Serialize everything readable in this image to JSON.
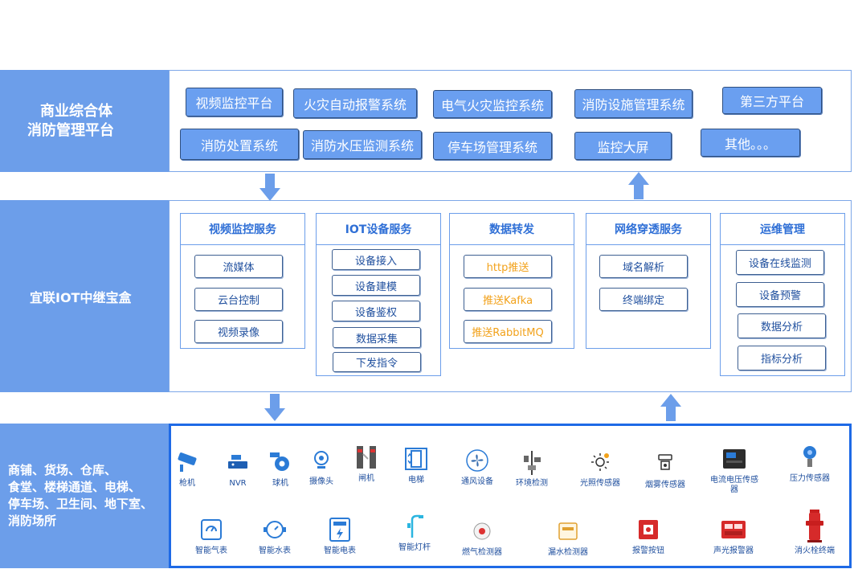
{
  "layer1": {
    "title_line1": "商业综合体",
    "title_line2": "消防管理平台",
    "buttons": [
      "视频监控平台",
      "火灾自动报警系统",
      "电气火灾监控系统",
      "消防设施管理系统",
      "第三方平台",
      "消防处置系统",
      "消防水压监测系统",
      "停车场管理系统",
      "监控大屏",
      "其他。。。"
    ]
  },
  "layer2": {
    "title": "宜联IOT中继宝盒",
    "services": [
      {
        "title": "视频监控服务",
        "items": [
          "流媒体",
          "云台控制",
          "视频录像"
        ]
      },
      {
        "title": "IOT设备服务",
        "items": [
          "设备接入",
          "设备建模",
          "设备鉴权",
          "数据采集",
          "下发指令"
        ]
      },
      {
        "title": "数据转发",
        "items": [
          "http推送",
          "推送Kafka",
          "推送RabbitMQ"
        ]
      },
      {
        "title": "网络穿透服务",
        "items": [
          "域名解析",
          "终端绑定"
        ]
      },
      {
        "title": "运维管理",
        "items": [
          "设备在线监测",
          "设备预警",
          "数据分析",
          "指标分析"
        ]
      }
    ]
  },
  "layer3": {
    "title_lines": [
      "商铺、货场、仓库、",
      "食堂、楼梯通道、电梯、",
      "停车场、卫生间、地下室、",
      "消防场所"
    ],
    "devices_row1": [
      "枪机",
      "NVR",
      "球机",
      "摄像头",
      "闸机",
      "电梯",
      "通风设备",
      "环境检测",
      "光照传感器",
      "烟雾传感器",
      "电流电压传感器",
      "压力传感器"
    ],
    "devices_row2": [
      "智能气表",
      "智能水表",
      "智能电表",
      "智能灯杆",
      "燃气检测器",
      "漏水检测器",
      "报警按钮",
      "声光报警器",
      "消火栓终端"
    ]
  },
  "colors": {
    "accent": "#6c9eea",
    "button": "#6a9ff0",
    "service_title": "#2f6fd6",
    "item_text": "#1f4f9e",
    "highlight": "#f2a21b",
    "border_dark": "#1e6ae6"
  }
}
